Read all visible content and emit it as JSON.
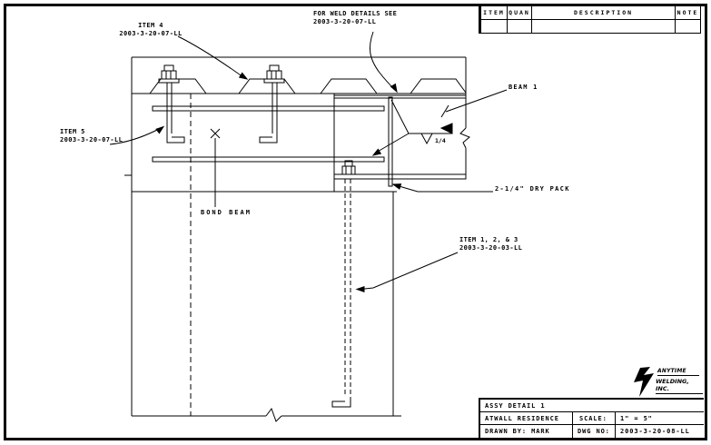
{
  "sheet": {
    "background": "#ffffff",
    "line_color": "#000000"
  },
  "parts_table": {
    "headers": [
      "ITEM",
      "QUAN",
      "DESCRIPTION",
      "NOTE"
    ],
    "rows": [
      [
        "",
        "",
        "",
        ""
      ]
    ]
  },
  "annotations": {
    "item4": {
      "line1": "ITEM 4",
      "line2": "2003-3-20-07-LL"
    },
    "weld_note": {
      "line1": "FOR WELD DETAILS SEE",
      "line2": "2003-3-20-07-LL"
    },
    "beam1": {
      "label": "BEAM 1"
    },
    "weld_size": {
      "label": "1/4"
    },
    "item5": {
      "line1": "ITEM 5",
      "line2": "2003-3-20-07-LL"
    },
    "bond_beam": {
      "label": "BOND BEAM"
    },
    "dry_pack": {
      "label": "2-1/4\" DRY PACK"
    },
    "item123": {
      "line1": "ITEM 1, 2, & 3",
      "line2": "2003-3-20-03-LL"
    }
  },
  "title_block": {
    "title": "ASSY DETAIL 1",
    "project": "ATWALL RESIDENCE",
    "scale_label": "SCALE:",
    "scale_value": "1\" = 5\"",
    "drawn_by": "DRAWN BY: MARK",
    "dwg_label": "DWG NO:",
    "dwg_value": "2003-3-20-08-LL"
  },
  "logo": {
    "line1": "ANYTIME",
    "line2": "WELDING, INC.",
    "icon": "lightning-bolt-icon"
  }
}
